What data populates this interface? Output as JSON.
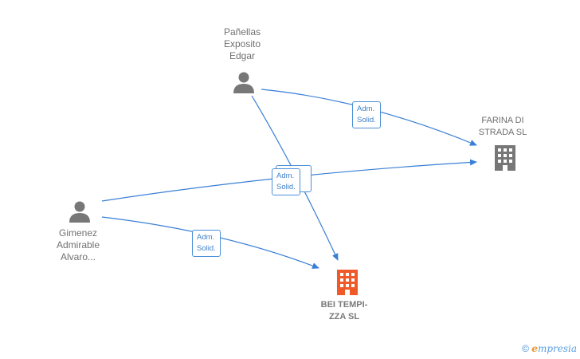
{
  "nodes": {
    "person_top": {
      "lines": [
        "Pañellas",
        "Exposito",
        "Edgar"
      ]
    },
    "person_left": {
      "lines": [
        "Gimenez",
        "Admirable",
        "Alvaro..."
      ]
    },
    "company_right": {
      "lines": [
        "FARINA DI",
        "STRADA  SL"
      ]
    },
    "company_main": {
      "lines": [
        "BEI TEMPI-",
        "ZZA  SL"
      ]
    }
  },
  "edges": [
    {
      "line1": "Adm.",
      "line2": "Solid."
    },
    {
      "line1": "Adm.",
      "line2": "Solid."
    },
    {
      "line1": "Adm.",
      "line2": "Solid."
    }
  ],
  "colors": {
    "edge": "#3a7fd5",
    "person_icon": "#777777",
    "company_icon": "#777777",
    "main_company_icon": "#f05a28"
  },
  "footer": {
    "copyright_symbol": "©",
    "brand_initial": "e",
    "brand_rest": "mpresia"
  }
}
